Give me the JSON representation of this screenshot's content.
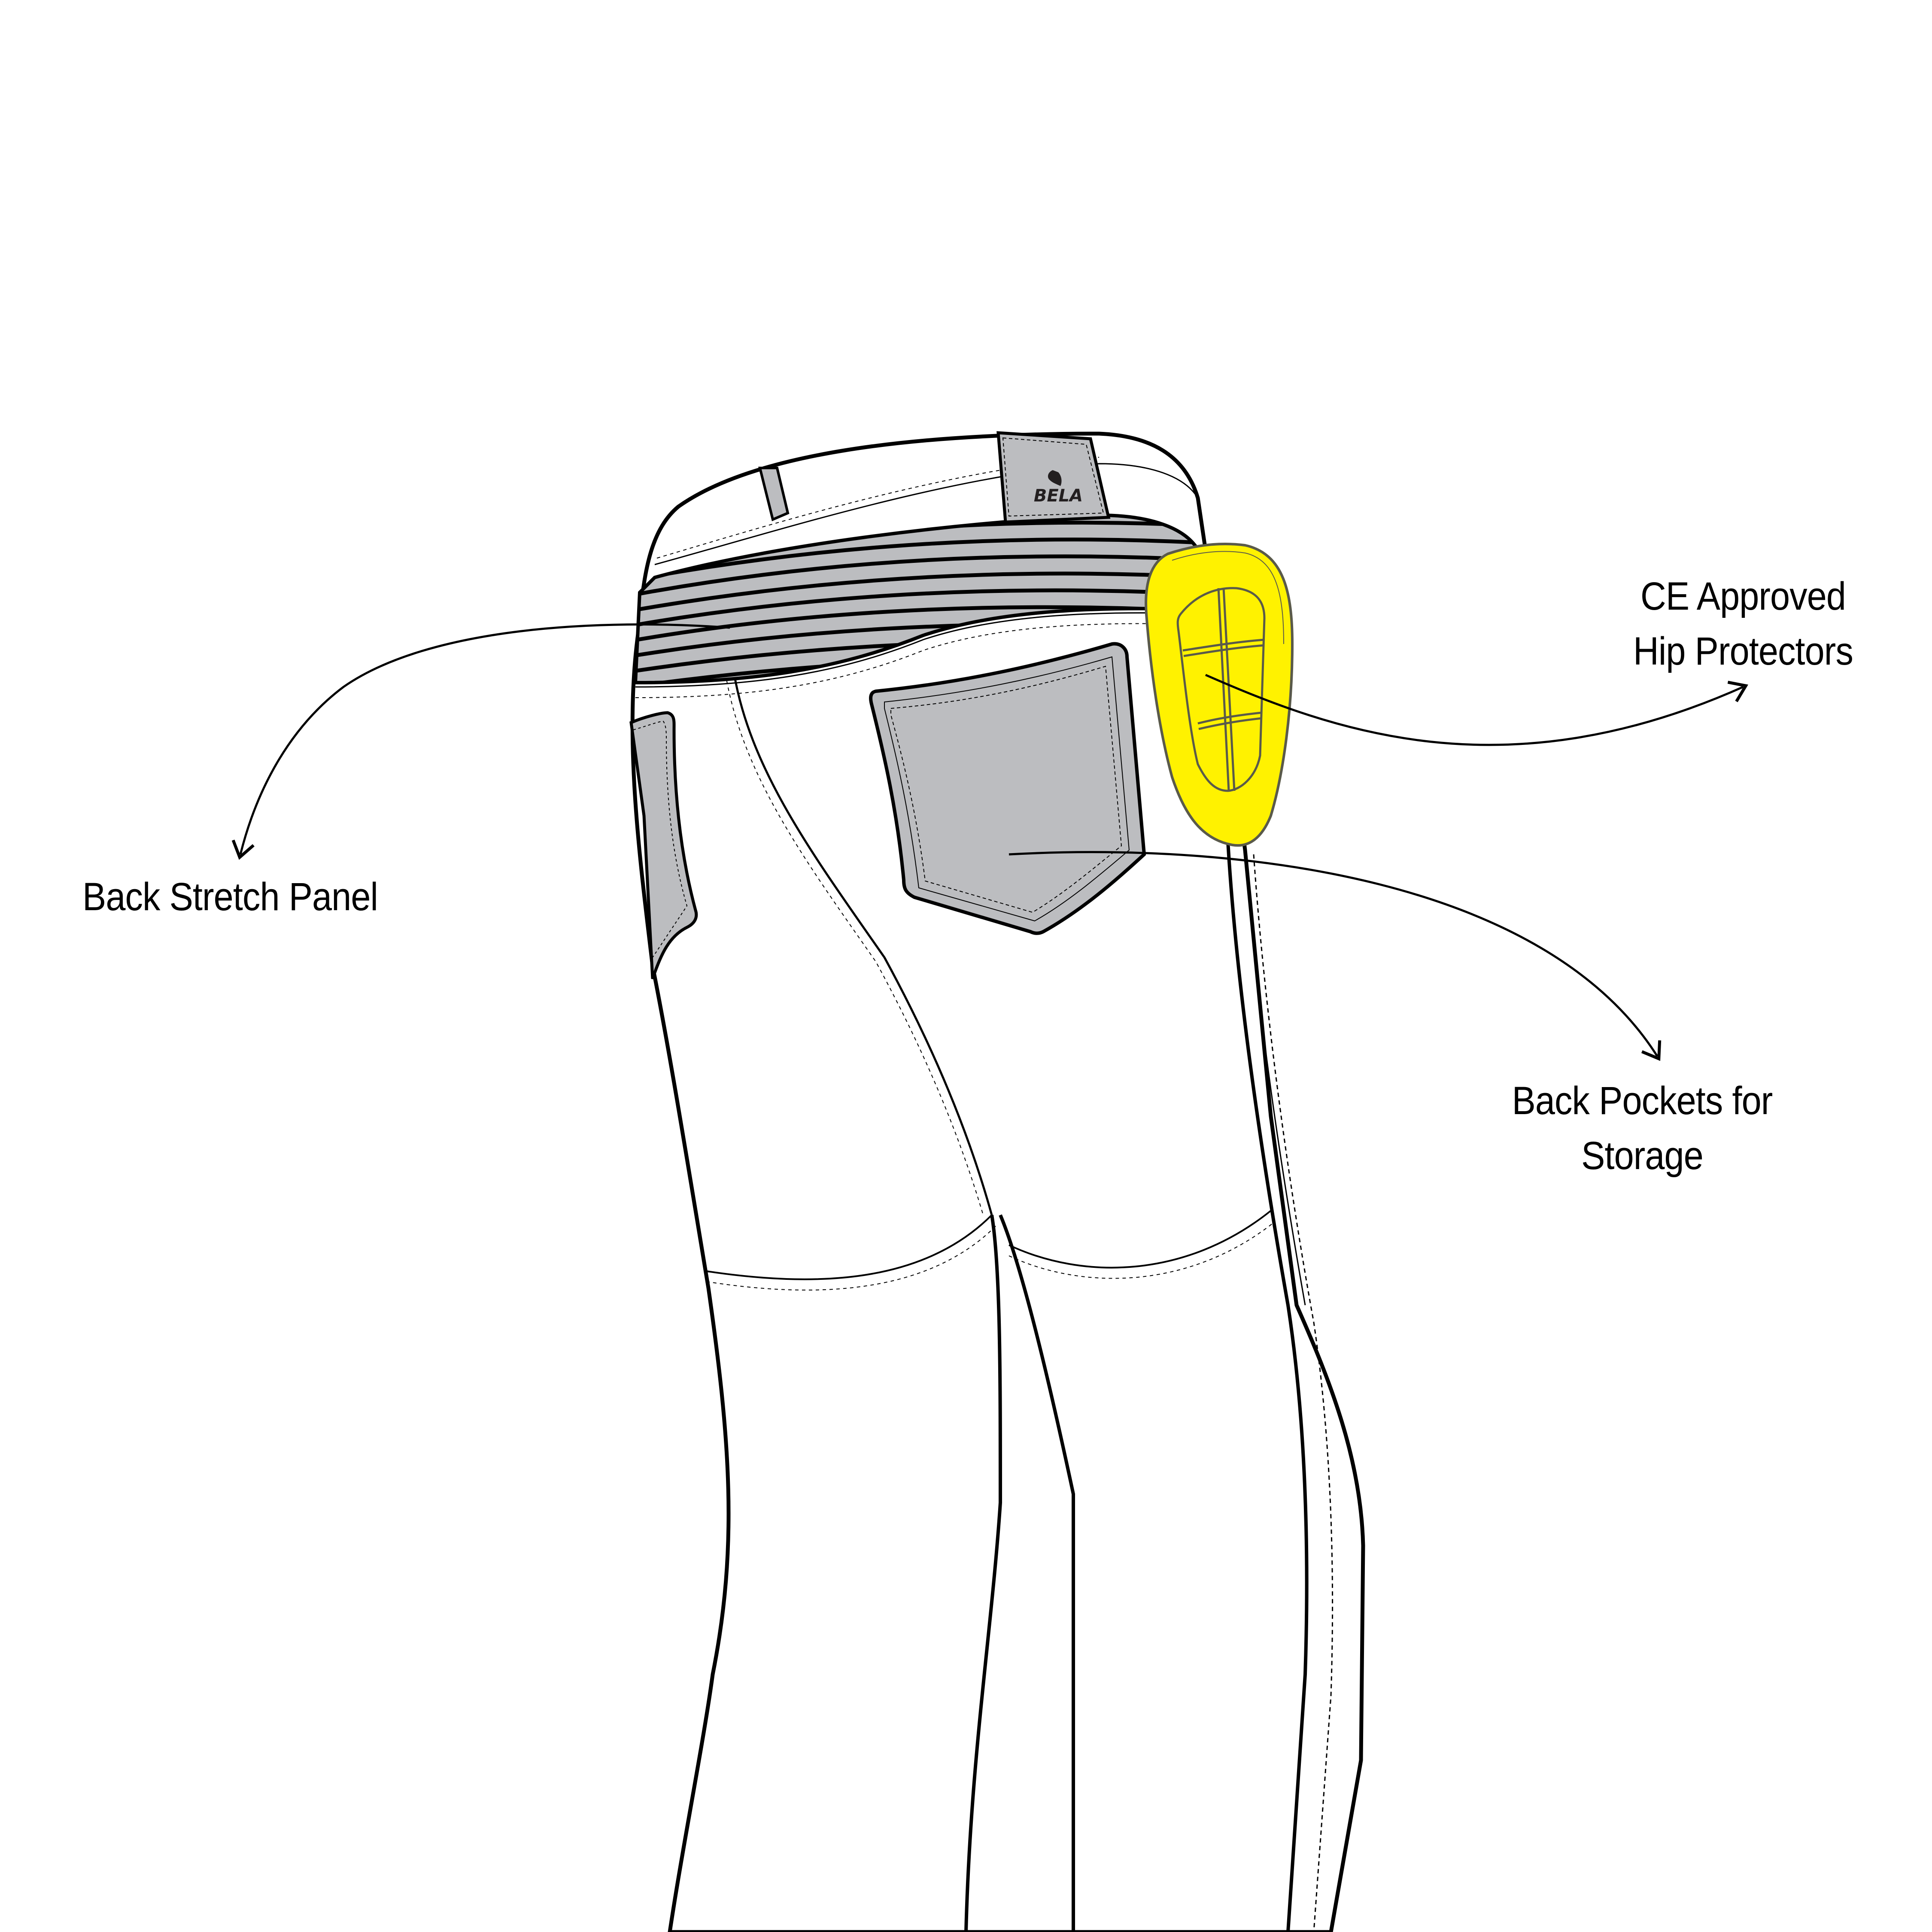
{
  "diagram": {
    "subject": "Motorcycle riding pants - rear view technical flat",
    "brand_patch": {
      "text": "BELA",
      "icon": "panther-head-logo-icon"
    },
    "colors": {
      "outline": "#000000",
      "fill": "#ffffff",
      "panel_gray": "#bcbdc0",
      "protector_yellow": "#fff200",
      "protector_outline": "#5a5a4a"
    },
    "callouts": [
      {
        "id": "hip-protectors",
        "lines": [
          "CE Approved",
          "Hip Protectors"
        ]
      },
      {
        "id": "back-stretch-panel",
        "lines": [
          "Back Stretch Panel"
        ]
      },
      {
        "id": "back-pockets",
        "lines": [
          "Back Pockets for",
          "Storage"
        ]
      }
    ]
  }
}
